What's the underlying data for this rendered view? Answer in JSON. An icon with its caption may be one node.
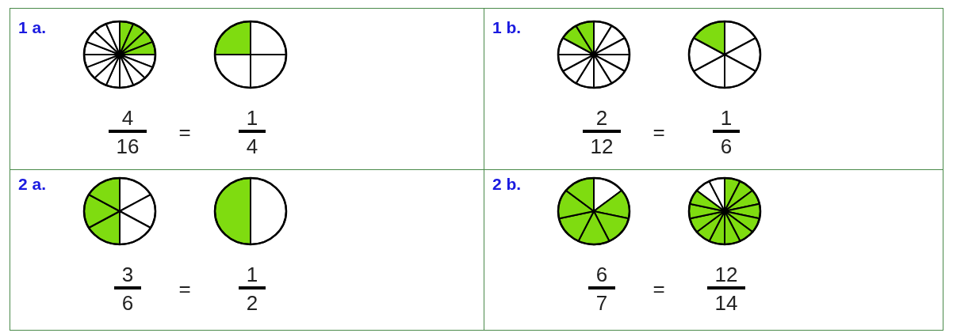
{
  "diagram": {
    "labels": [
      "1 a.",
      "4",
      "16",
      "=",
      "1",
      "4",
      "1 b.",
      "2",
      "12",
      "=",
      "1",
      "6",
      "2 a.",
      "3",
      "6",
      "=",
      "1",
      "2",
      "2 b.",
      "6",
      "7",
      "=",
      "12",
      "14"
    ]
  }
}
